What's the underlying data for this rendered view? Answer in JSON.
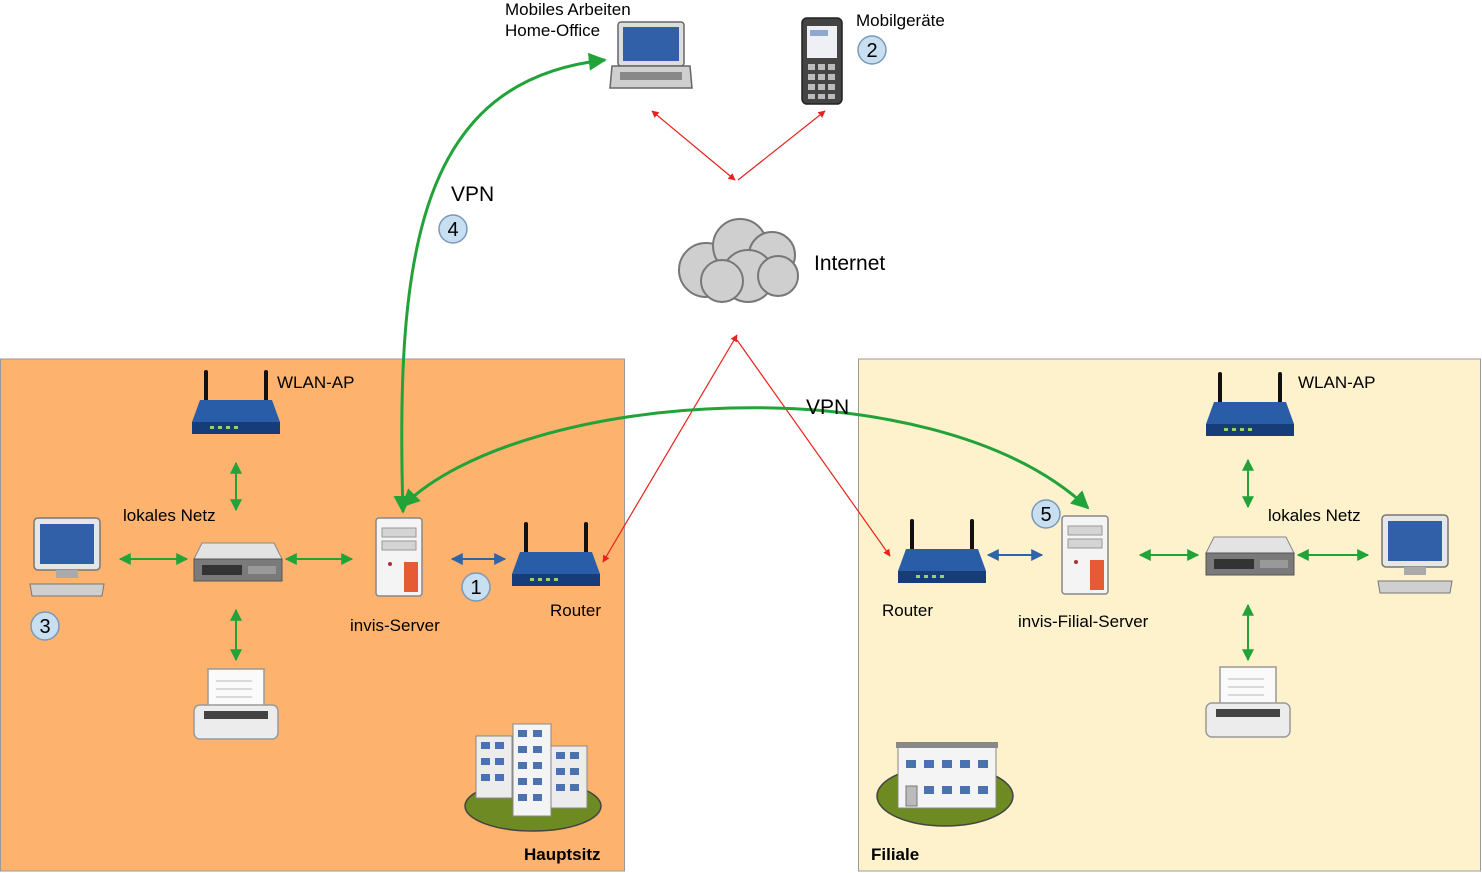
{
  "sites": {
    "headquarters": {
      "name": "Hauptsitz",
      "color": "#fdb26d"
    },
    "branch": {
      "name": "Filiale",
      "color": "#fdf2cc"
    }
  },
  "labels": {
    "mobile_line1": "Mobiles Arbeiten",
    "mobile_line2": "Home-Office",
    "mobile_devices": "Mobilgeräte",
    "internet": "Internet",
    "vpn_1": "VPN",
    "vpn_2": "VPN",
    "wlan_ap_hq": "WLAN-AP",
    "wlan_ap_branch": "WLAN-AP",
    "local_net_hq": "lokales Netz",
    "local_net_branch": "lokales Netz",
    "invis_server": "invis-Server",
    "router_hq": "Router",
    "router_branch": "Router",
    "invis_branch_server": "invis-Filial-Server"
  },
  "markers": {
    "m1": "1",
    "m2": "2",
    "m3": "3",
    "m4": "4",
    "m5": "5"
  },
  "icons": [
    "laptop-icon",
    "mobile-phone-icon",
    "cloud-icon",
    "wireless-router-icon",
    "network-switch-icon",
    "server-tower-icon",
    "workstation-icon",
    "printer-icon",
    "office-building-icon"
  ],
  "colors": {
    "vpn": "#21a33a",
    "local_link": "#21a33a",
    "internet_link": "#e8211c",
    "server_router_link": "#3064a8",
    "marker_fill": "#c8dff2"
  }
}
